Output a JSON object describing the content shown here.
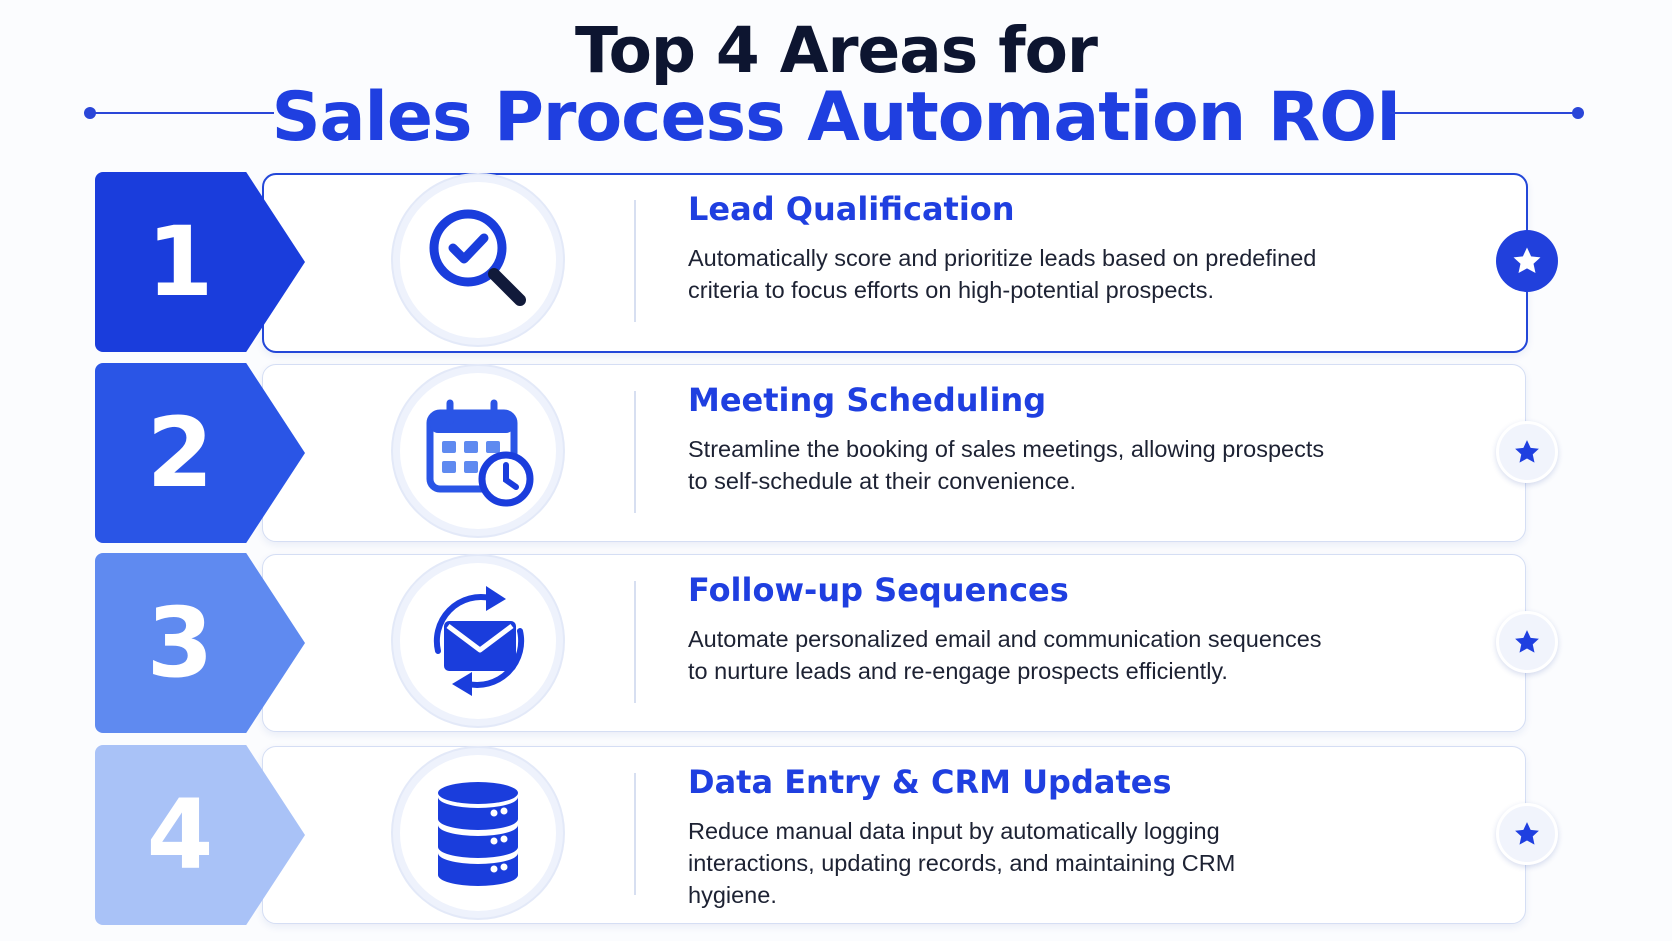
{
  "header": {
    "title_line1": "Top 4 Areas for",
    "title_line2": "Sales Process Automation ROI"
  },
  "items": [
    {
      "number": "1",
      "title": "Lead Qualification",
      "description": "Automatically score and prioritize leads based on predefined criteria to focus efforts on high-potential prospects.",
      "icon": "magnifier-check-icon",
      "color": "#1a3ddc",
      "starred": true
    },
    {
      "number": "2",
      "title": "Meeting Scheduling",
      "description": "Streamline the booking of sales meetings, allowing prospects to self-schedule at their convenience.",
      "icon": "calendar-clock-icon",
      "color": "#2a55e6",
      "starred": false
    },
    {
      "number": "3",
      "title": "Follow-up Sequences",
      "description": "Automate personalized email and communication sequences to nurture leads and re-engage prospects efficiently.",
      "icon": "email-cycle-icon",
      "color": "#5f8af0",
      "starred": false
    },
    {
      "number": "4",
      "title": "Data Entry & CRM Updates",
      "description": "Reduce manual data input by automatically logging interactions, updating records, and maintaining CRM hygiene.",
      "icon": "database-icon",
      "color": "#a9c2f7",
      "starred": false
    }
  ],
  "colors": {
    "accent": "#1f3fe0",
    "title_dark": "#0d1530"
  }
}
